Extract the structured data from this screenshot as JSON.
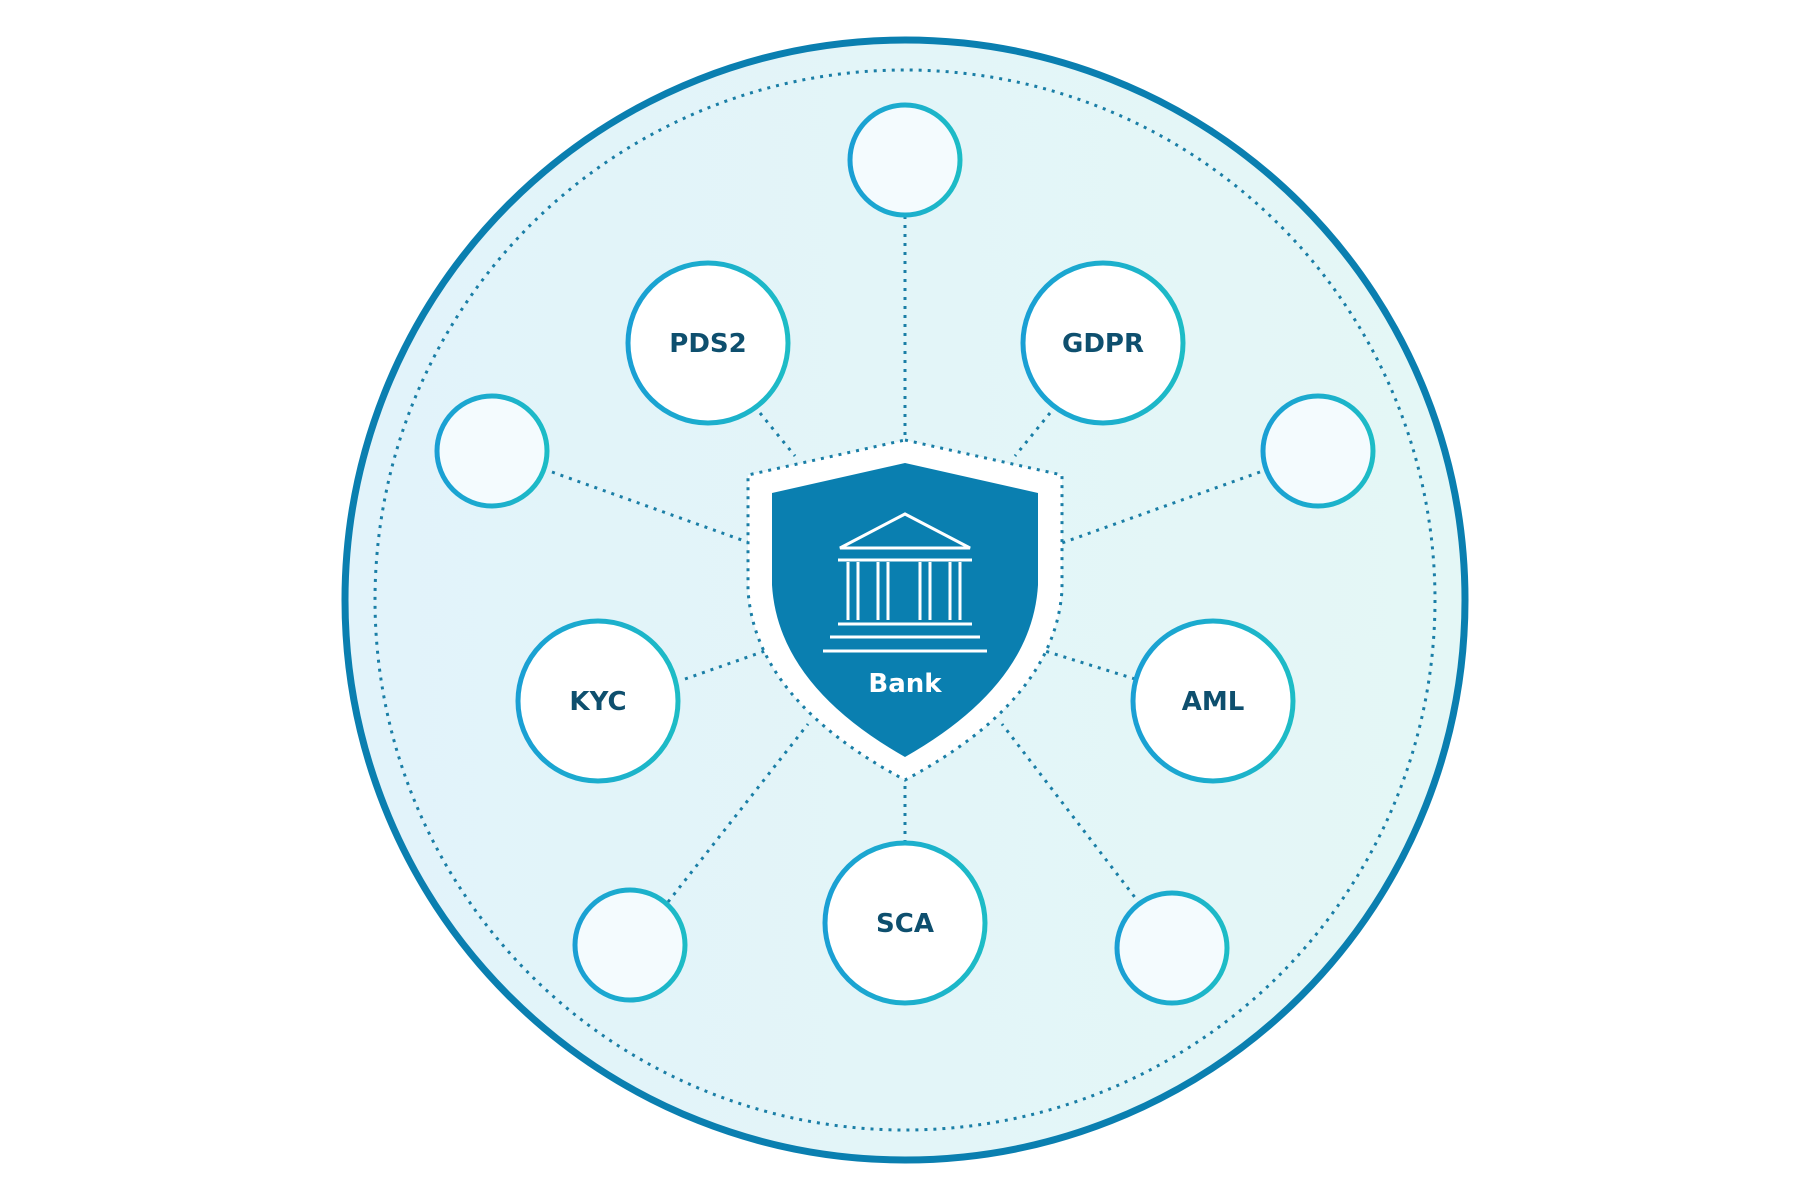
{
  "diagram": {
    "center": {
      "label": "Bank",
      "icon": "bank-building-icon"
    },
    "nodes": [
      {
        "id": "top",
        "label": ""
      },
      {
        "id": "pds2",
        "label": "PDS2"
      },
      {
        "id": "gdpr",
        "label": "GDPR"
      },
      {
        "id": "upper-left",
        "label": ""
      },
      {
        "id": "upper-right",
        "label": ""
      },
      {
        "id": "kyc",
        "label": "KYC"
      },
      {
        "id": "aml",
        "label": "AML"
      },
      {
        "id": "lower-left",
        "label": ""
      },
      {
        "id": "sca",
        "label": "SCA"
      },
      {
        "id": "lower-right",
        "label": ""
      }
    ],
    "colors": {
      "outer_ring": "#0a7fb0",
      "shield": "#0a7fb0",
      "node_ring_start": "#1a9fd4",
      "node_ring_end": "#1dbcc6",
      "connector": "#1a7ea6",
      "background_fill": "#e3f4fa",
      "label_text": "#0e4f6e"
    }
  }
}
